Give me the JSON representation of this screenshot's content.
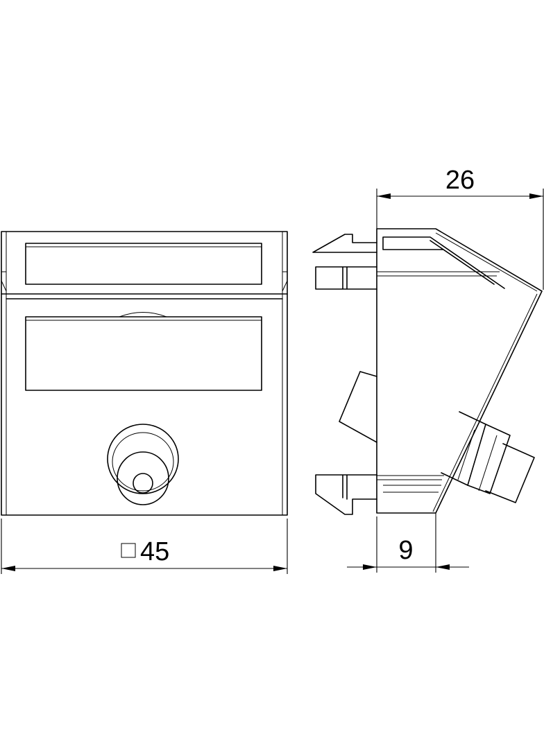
{
  "dimensions": {
    "depth": "26",
    "width": "45",
    "width_prefix_symbol": "square",
    "offset": "9"
  }
}
